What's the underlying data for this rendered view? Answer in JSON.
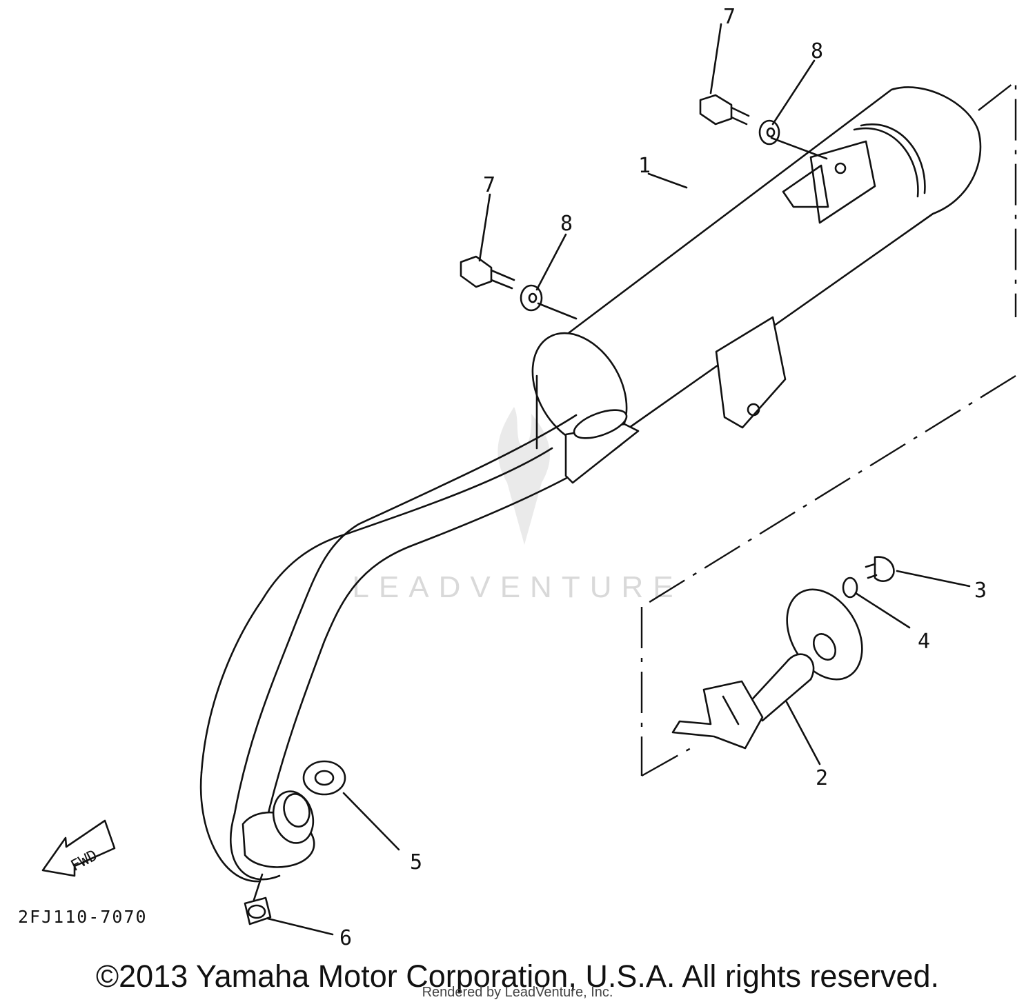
{
  "diagram": {
    "callouts": {
      "c1": "1",
      "c2": "2",
      "c3": "3",
      "c4": "4",
      "c5": "5",
      "c6": "6",
      "c7a": "7",
      "c7b": "7",
      "c8a": "8",
      "c8b": "8"
    },
    "fwd_label": "FWD",
    "part_number": "2FJ110-7070",
    "watermark": "LEADVENTURE"
  },
  "footer": {
    "copyright": "©2013 Yamaha Motor Corporation, U.S.A. All rights reserved.",
    "rendered_by": "Rendered by LeadVenture, Inc."
  }
}
